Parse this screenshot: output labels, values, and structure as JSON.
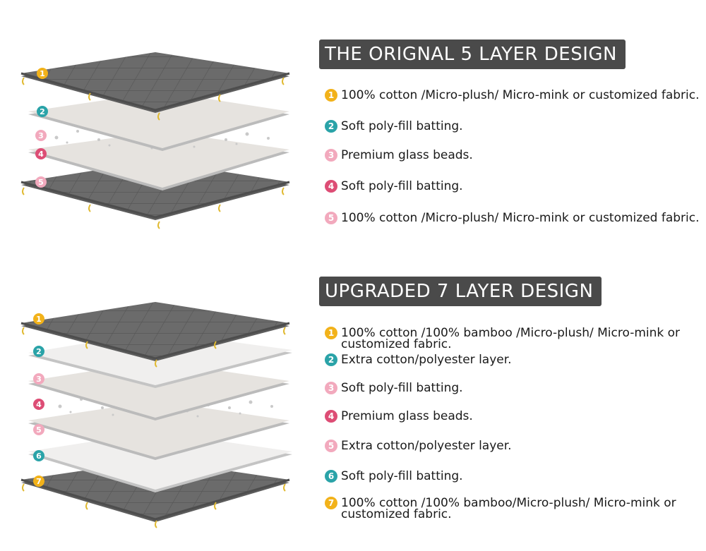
{
  "colors": {
    "yellow": "#f2b21a",
    "teal": "#2aa3a8",
    "light_pink": "#f2a9bd",
    "pink": "#dd4d75",
    "header_bg": "#4a4a4a"
  },
  "section1": {
    "title": "THE ORIGNAL 5 LAYER DESIGN",
    "items": [
      {
        "num": "1",
        "color": "#f2b21a",
        "text": "100% cotton /Micro-plush/ Micro-mink or customized fabric."
      },
      {
        "num": "2",
        "color": "#2aa3a8",
        "text": "Soft poly-fill batting."
      },
      {
        "num": "3",
        "color": "#f2a9bd",
        "text": "Premium glass beads."
      },
      {
        "num": "4",
        "color": "#dd4d75",
        "text": "Soft poly-fill batting."
      },
      {
        "num": "5",
        "color": "#f2a9bd",
        "text": "100% cotton /Micro-plush/ Micro-mink or customized fabric."
      }
    ]
  },
  "section2": {
    "title": "UPGRADED 7 LAYER DESIGN",
    "items": [
      {
        "num": "1",
        "color": "#f2b21a",
        "text": "100% cotton /100% bamboo /Micro-plush/ Micro-mink or customized fabric."
      },
      {
        "num": "2",
        "color": "#2aa3a8",
        "text": "Extra cotton/polyester layer."
      },
      {
        "num": "3",
        "color": "#f2a9bd",
        "text": "Soft poly-fill batting."
      },
      {
        "num": "4",
        "color": "#dd4d75",
        "text": "Premium glass beads."
      },
      {
        "num": "5",
        "color": "#f2a9bd",
        "text": "Extra cotton/polyester layer."
      },
      {
        "num": "6",
        "color": "#2aa3a8",
        "text": "Soft poly-fill batting."
      },
      {
        "num": "7",
        "color": "#f2b21a",
        "text": "100% cotton /100% bamboo/Micro-plush/ Micro-mink or customized fabric."
      }
    ]
  }
}
